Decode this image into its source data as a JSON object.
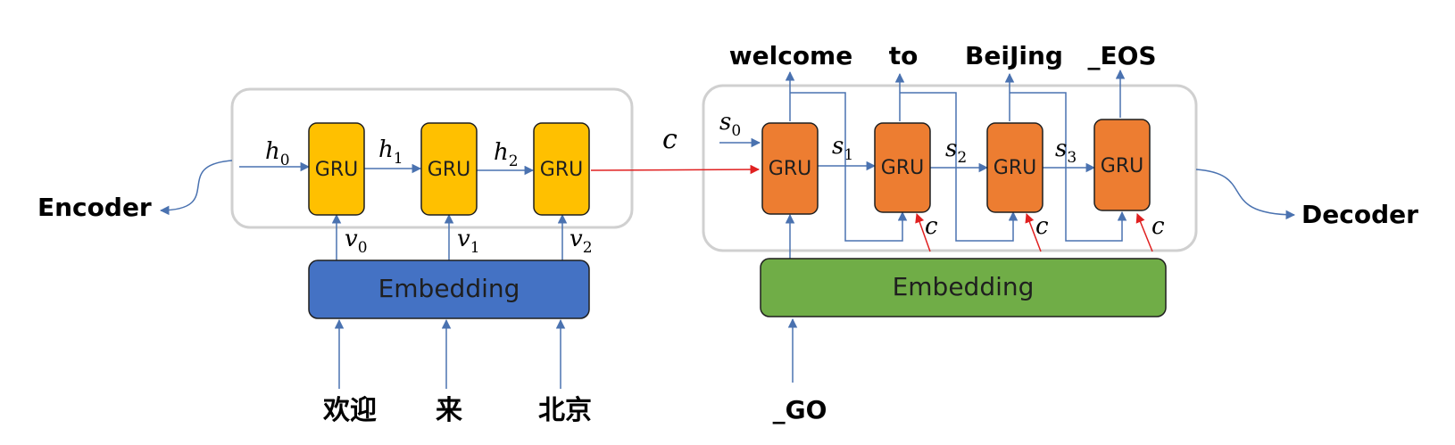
{
  "diagram": {
    "encoder_label": "Encoder",
    "decoder_label": "Decoder",
    "context_label": "c",
    "encoder": {
      "gru_label": "GRU",
      "embedding_label": "Embedding",
      "hidden_states": [
        {
          "sym": "h",
          "sub": "0"
        },
        {
          "sym": "h",
          "sub": "1"
        },
        {
          "sym": "h",
          "sub": "2"
        }
      ],
      "embed_vectors": [
        {
          "sym": "v",
          "sub": "0"
        },
        {
          "sym": "v",
          "sub": "1"
        },
        {
          "sym": "v",
          "sub": "2"
        }
      ],
      "inputs": [
        "欢迎",
        "来",
        "北京"
      ]
    },
    "decoder": {
      "gru_label": "GRU",
      "embedding_label": "Embedding",
      "states": [
        {
          "sym": "s",
          "sub": "0"
        },
        {
          "sym": "s",
          "sub": "1"
        },
        {
          "sym": "s",
          "sub": "2"
        },
        {
          "sym": "s",
          "sub": "3"
        }
      ],
      "context_inputs": [
        "c",
        "c",
        "c"
      ],
      "start_token": "_GO",
      "outputs": [
        "welcome",
        "to",
        "BeiJing",
        "_EOS"
      ]
    },
    "colors": {
      "encoder_gru": "#FFC000",
      "decoder_gru": "#ED7D31",
      "encoder_embedding": "#4472C4",
      "decoder_embedding": "#70AD47",
      "arrow": "#4A72B0",
      "context_arrow": "#E02020",
      "container_border": "#D0D0D0"
    }
  }
}
